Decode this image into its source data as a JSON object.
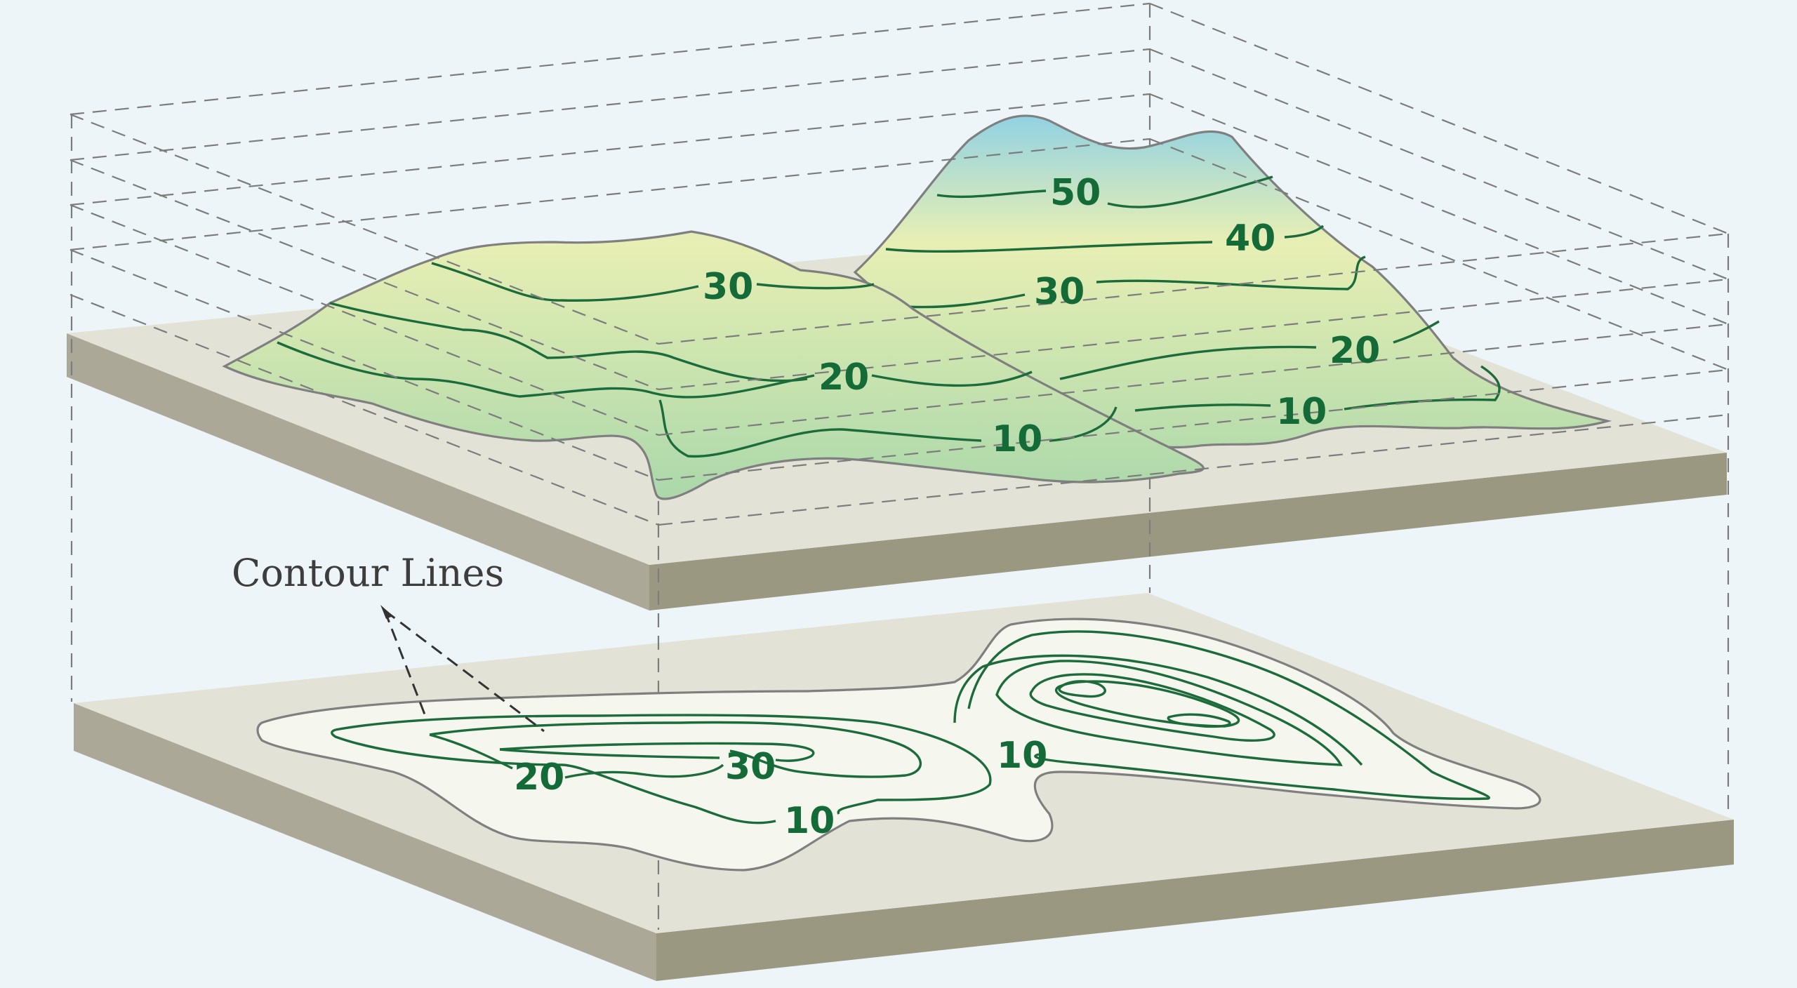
{
  "diagram": {
    "caption": "Contour Lines",
    "terrain_labels": [
      "50",
      "40",
      "30",
      "30",
      "20",
      "20",
      "10",
      "10"
    ],
    "map_labels": [
      "30",
      "20",
      "10",
      "10"
    ]
  },
  "colors": {
    "background": "#eef5f9",
    "slab_top": "#e2e3d6",
    "slab_side": "#a8a594",
    "slab_front": "#9a9880",
    "contour_line": "#1c6b3a",
    "contour_label": "#156b37",
    "terrain_peak": "#8fd1e3",
    "terrain_mid": "#e8efb4",
    "terrain_base": "#a9d7aa",
    "map_fill": "#f5f6ee"
  }
}
